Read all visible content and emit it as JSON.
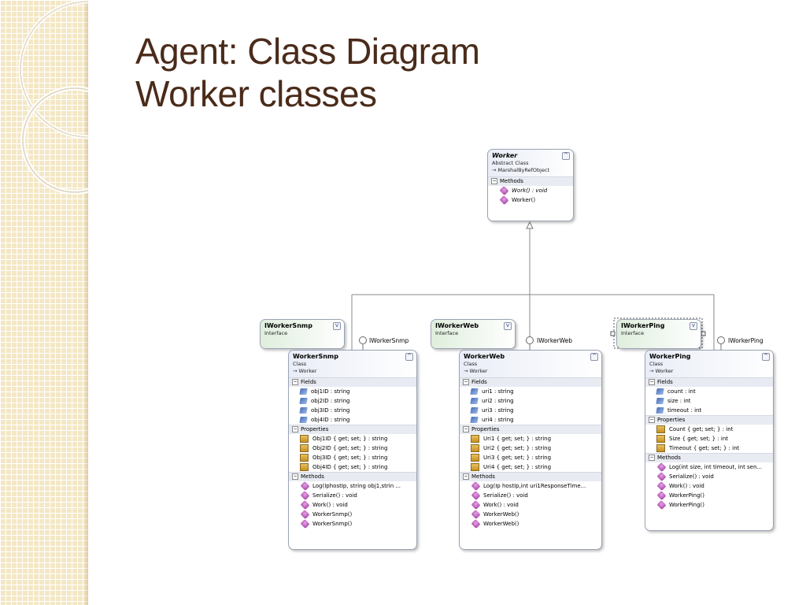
{
  "title": {
    "line1": "Agent: Class Diagram",
    "line2": "Worker classes"
  },
  "colors": {
    "strip": "#f4e7c5",
    "title": "#4a2b1a",
    "box_border": "#9aa3b5",
    "section_bg": "#e8ebf2"
  },
  "worker": {
    "name": "Worker",
    "kind": "Abstract Class",
    "base": "MarshalByRefObject",
    "methods_label": "Methods",
    "methods": [
      "Work() : void",
      "Worker()"
    ]
  },
  "interfaces": {
    "snmp": {
      "name": "IWorkerSnmp",
      "kind": "Interface",
      "lollipop": "IWorkerSnmp"
    },
    "web": {
      "name": "IWorkerWeb",
      "kind": "Interface",
      "lollipop": "IWorkerWeb"
    },
    "ping": {
      "name": "IWorkerPing",
      "kind": "Interface",
      "lollipop": "IWorkerPing"
    }
  },
  "worker_snmp": {
    "name": "WorkerSnmp",
    "kind": "Class",
    "base": "Worker",
    "fields_label": "Fields",
    "fields": [
      "obj1ID : string",
      "obj2ID : string",
      "obj3ID : string",
      "obj4ID : string"
    ],
    "properties_label": "Properties",
    "properties": [
      "Obj1ID { get; set; } : string",
      "Obj2ID { get; set; } : string",
      "Obj3ID { get; set; } : string",
      "Obj4ID { get; set; } : string"
    ],
    "methods_label": "Methods",
    "methods": [
      "Log(IphostIp, string obj1,strin ...",
      "Serialize() : void",
      "Work() : void",
      "WorkerSnmp()",
      "WorkerSnmp()"
    ]
  },
  "worker_web": {
    "name": "WorkerWeb",
    "kind": "Class",
    "base": "Worker",
    "fields_label": "Fields",
    "fields": [
      "uri1 : string",
      "uri2 : string",
      "uri3 : string",
      "uri4 : string"
    ],
    "properties_label": "Properties",
    "properties": [
      "Uri1 { get; set; } : string",
      "Uri2 { get; set; } : string",
      "Uri3 { get; set; } : string",
      "Uri4 { get; set; } : string"
    ],
    "methods_label": "Methods",
    "methods": [
      "Log(Ip hostIp,int uri1ResponseTime...",
      "Serialize() : void",
      "Work() : void",
      "WorkerWeb()",
      "WorkerWeb()"
    ]
  },
  "worker_ping": {
    "name": "WorkerPing",
    "kind": "Class",
    "base": "Worker",
    "fields_label": "Fields",
    "fields": [
      "count : int",
      "size : int",
      "timeout : int"
    ],
    "properties_label": "Properties",
    "properties": [
      "Count { get; set; } : int",
      "Size { get; set; } : int",
      "Timeout { get; set; } : int"
    ],
    "methods_label": "Methods",
    "methods": [
      "Log(int size, int timeout, int sen...",
      "Serialize() : void",
      "Work() : void",
      "WorkerPing()",
      "WorkerPing()"
    ]
  }
}
